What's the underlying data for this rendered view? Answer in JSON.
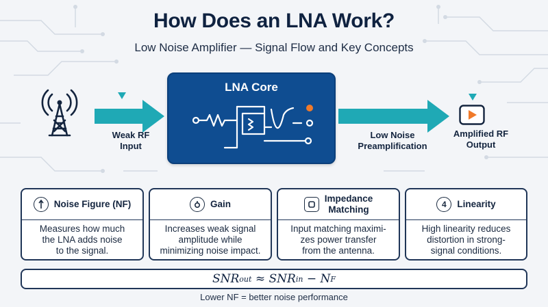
{
  "header": {
    "title": "How Does an LNA Work?",
    "subtitle": "Low Noise Amplifier — Signal Flow and Key Concepts"
  },
  "flow": {
    "input_label_line1": "Weak RF",
    "input_label_line2": "Input",
    "core_label": "LNA Core",
    "preamp_label_line1": "Low Noise",
    "preamp_label_line2": "Preamplification",
    "output_label_line1": "Amplified RF",
    "output_label_line2": "Output"
  },
  "cards": [
    {
      "title": "Noise Figure (NF)",
      "icon": "noise-figure-icon",
      "body": [
        "Measures how much",
        "the LNA adds noise",
        "to the signal."
      ]
    },
    {
      "title": "Gain",
      "icon": "gain-icon",
      "body": [
        "Increases weak signal",
        "amplitude while",
        "minimizing noise impact."
      ]
    },
    {
      "title_line1": "Impedance",
      "title_line2": "Matching",
      "icon": "impedance-icon",
      "body": [
        "Input matching maximi-",
        "zes power transfer",
        "from the antenna."
      ]
    },
    {
      "title": "Linearity",
      "icon": "linearity-icon",
      "icon_glyph": "4",
      "body": [
        "High linearity reduces",
        "distortion in strong-",
        "signal conditions."
      ]
    }
  ],
  "formula": {
    "snr_out_base": "SNR",
    "snr_out_sub": "out",
    "approx": "≈",
    "snr_in_base": "SNR",
    "snr_in_sub": "in",
    "minus": "−",
    "nf_base": "N",
    "nf_sub": "F"
  },
  "footnote": "Lower NF = better noise performance",
  "colors": {
    "navy": "#0f2240",
    "core_blue": "#0f4d91",
    "teal": "#1fa9b5",
    "orange": "#f07a2a",
    "background": "#f3f5f8"
  }
}
